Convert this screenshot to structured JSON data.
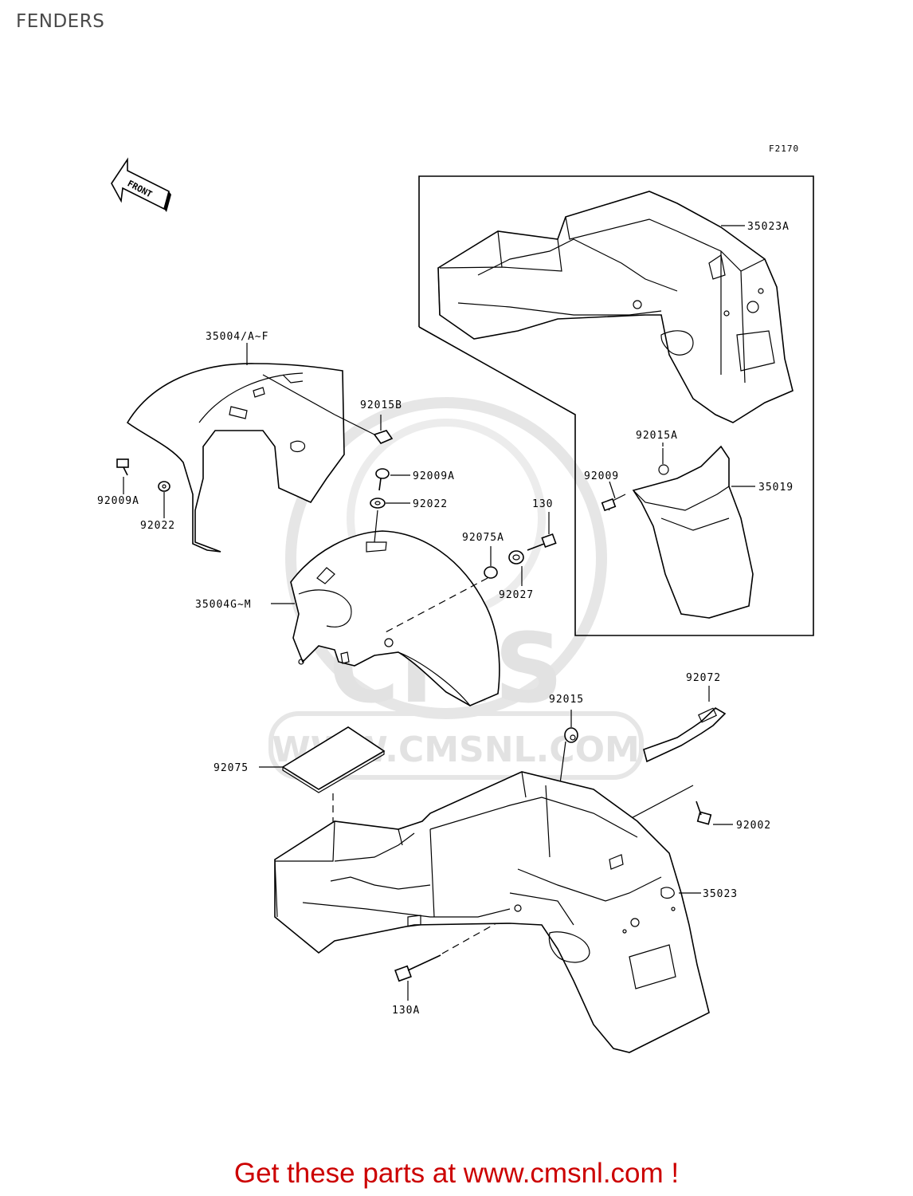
{
  "page": {
    "title": "FENDERS",
    "figure_code": "F2170",
    "front_arrow_label": "FRONT",
    "watermark": {
      "logo_text": "CMS",
      "url_text": "WWW.CMSNL.COM"
    },
    "banner": "Get these parts at www.cmsnl.com !"
  },
  "labels": {
    "p35023A": "35023A",
    "p35004AF": "35004/A~F",
    "p92015B": "92015B",
    "p92009A_left": "92009A",
    "p92022_left": "92022",
    "p92009A": "92009A",
    "p92022": "92022",
    "p130": "130",
    "p92075A": "92075A",
    "p92027": "92027",
    "p35004GM": "35004G~M",
    "p92015A": "92015A",
    "p92009": "92009",
    "p35019": "35019",
    "p92072": "92072",
    "p92015": "92015",
    "p92075": "92075",
    "p92002": "92002",
    "p35023": "35023",
    "p130A": "130A"
  },
  "colors": {
    "banner": "#cc0000",
    "title": "#4a4a4a",
    "watermark": "#e2e2e2",
    "line": "#000000"
  }
}
